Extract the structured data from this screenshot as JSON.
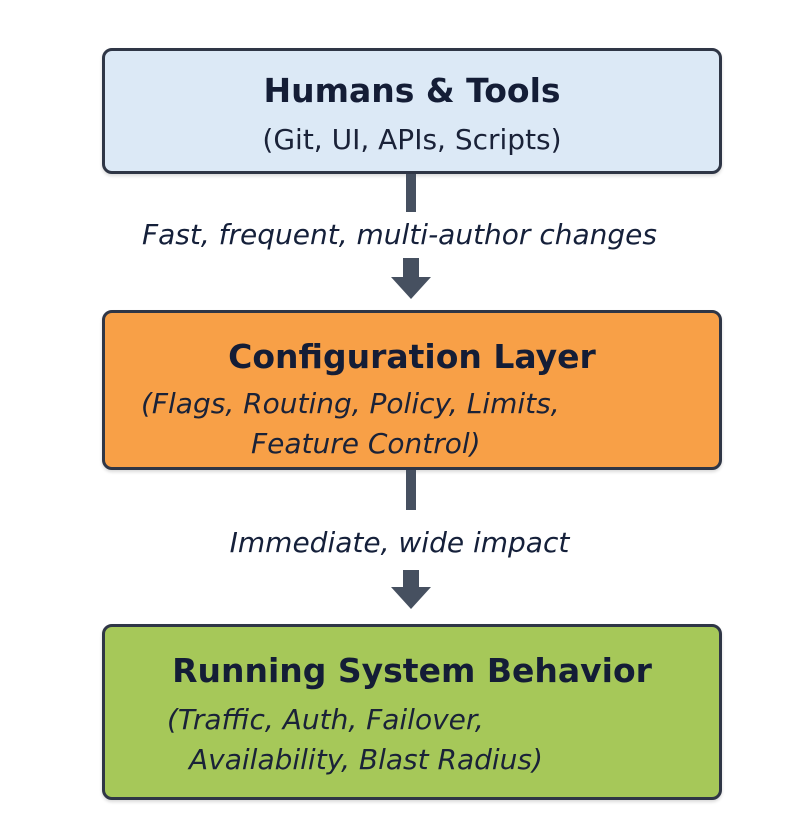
{
  "nodes": {
    "humans": {
      "title": "Humans & Tools",
      "subtitle": "(Git, UI, APIs, Scripts)",
      "color": "#dce9f6"
    },
    "config": {
      "title": "Configuration Layer",
      "subtitle_line1": "(Flags, Routing, Policy, Limits,",
      "subtitle_line2": "Feature Control)",
      "color": "#f8a047"
    },
    "system": {
      "title": "Running System Behavior",
      "subtitle_line1": "(Traffic, Auth, Failover,",
      "subtitle_line2": "Availability, Blast Radius)",
      "color": "#a6c859"
    }
  },
  "edges": [
    {
      "from": "humans",
      "to": "config",
      "label": "Fast, frequent, multi-author changes"
    },
    {
      "from": "config",
      "to": "system",
      "label": "Immediate, wide impact"
    }
  ],
  "colors": {
    "border": "#2f3646",
    "arrow": "#465060",
    "text": "#15203a"
  }
}
